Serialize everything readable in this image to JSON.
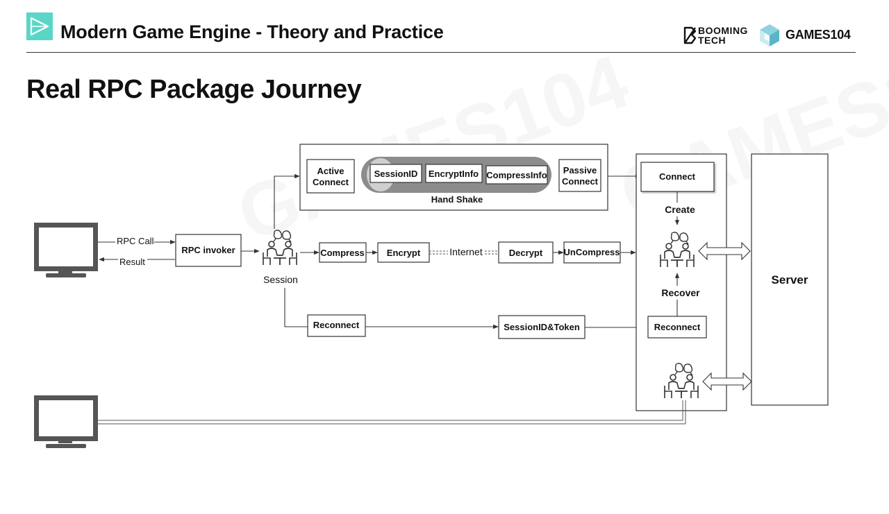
{
  "header": {
    "deck_title": "Modern Game Engine - Theory and Practice",
    "brand_booming": "BOOMING\nTECH",
    "brand_games": "GAMES104",
    "accent_color": "#5ad6c7"
  },
  "slide_title": "Real RPC Package Journey",
  "watermark_text": "GAMES104",
  "diagram": {
    "client_nodes": {
      "rpc_call": "RPC Call",
      "result": "Result",
      "rpc_invoker": "RPC invoker",
      "session": "Session"
    },
    "handshake": {
      "active_connect": [
        "Active",
        "Connect"
      ],
      "session_id": "SessionID",
      "encrypt_info": "EncryptInfo",
      "compress_info": "CompressInfo",
      "passive_connect": [
        "Passive",
        "Connect"
      ],
      "label": "Hand Shake"
    },
    "pipeline": {
      "compress": "Compress",
      "encrypt": "Encrypt",
      "internet": "Internet",
      "decrypt": "Decrypt",
      "uncompress": "UnCompress"
    },
    "reconnect_path": {
      "reconnect": "Reconnect",
      "token": "SessionID&Token"
    },
    "server_side": {
      "connect": "Connect",
      "create": "Create",
      "recover": "Recover",
      "reconnect": "Reconnect",
      "server": "Server"
    }
  }
}
